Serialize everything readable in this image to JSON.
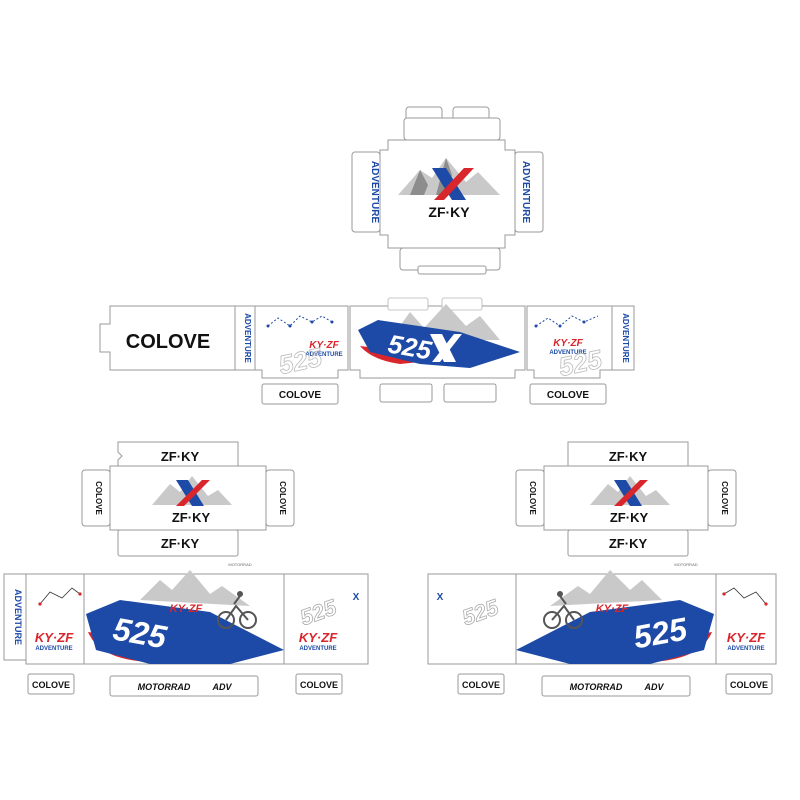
{
  "brand": {
    "logo_text": "ZF·KY",
    "tab_label": "ADVENTURE",
    "big_badge": "COLOVE",
    "small_badge": "COLOVE",
    "ky_zf": "KY·ZF",
    "ky_zf_sub": "ADVENTURE",
    "model": "525",
    "motorrad": "MOTORRAD",
    "motorrad_suffix": "ADV",
    "tiny_logo": "X"
  },
  "colors": {
    "blue": "#1d4aa6",
    "red": "#d8262c",
    "gray": "#9a9a9a",
    "mountain": "#c9c9c9"
  },
  "icons": [
    "x-logo-icon",
    "mountain-icon",
    "route-map-icon",
    "rider-icon",
    "paint-stroke-icon"
  ]
}
